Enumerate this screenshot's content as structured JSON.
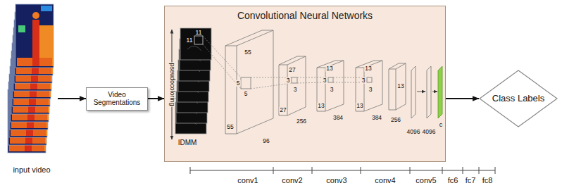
{
  "diagram": {
    "nodes": [
      {
        "text": [
          "input video"
        ]
      },
      {
        "text": [
          "Video Segmentations"
        ]
      },
      {
        "text": [
          "Convolutional Neural Networks"
        ]
      },
      {
        "text": [
          "Class Labels"
        ]
      }
    ],
    "edges": [
      {
        "from": 0,
        "to": 1,
        "arrow": "to"
      },
      {
        "from": 1,
        "to": 2,
        "arrow": "to"
      },
      {
        "from": 2,
        "to": 3,
        "arrow": "to"
      }
    ],
    "labels": [
      "pseudocoloring",
      "11",
      "11",
      "IDMM",
      "55",
      "55",
      "5",
      "5",
      "96",
      "27",
      "3",
      "3",
      "27",
      "256",
      "13",
      "3",
      "3",
      "13",
      "384",
      "13",
      "3",
      "3",
      "13",
      "384",
      "13",
      "256",
      "4096",
      "4096",
      "c",
      "conv1",
      "conv2",
      "conv3",
      "conv4",
      "conv5",
      "fc6",
      "fc7",
      "fc8"
    ]
  }
}
